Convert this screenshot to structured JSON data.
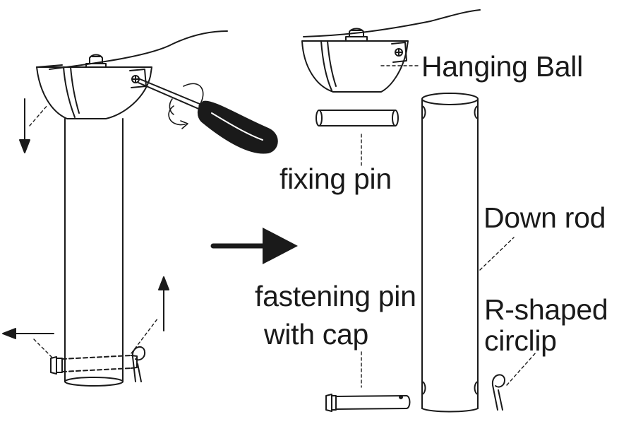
{
  "labels": {
    "hanging_ball": "Hanging Ball",
    "fixing_pin": "fixing pin",
    "down_rod": "Down rod",
    "fastening_pin_line1": "fastening pin",
    "fastening_pin_line2": "with cap",
    "circlip_line1": "R-shaped",
    "circlip_line2": "circlip"
  },
  "colors": {
    "ink": "#1a1a1a",
    "background": "#ffffff"
  }
}
